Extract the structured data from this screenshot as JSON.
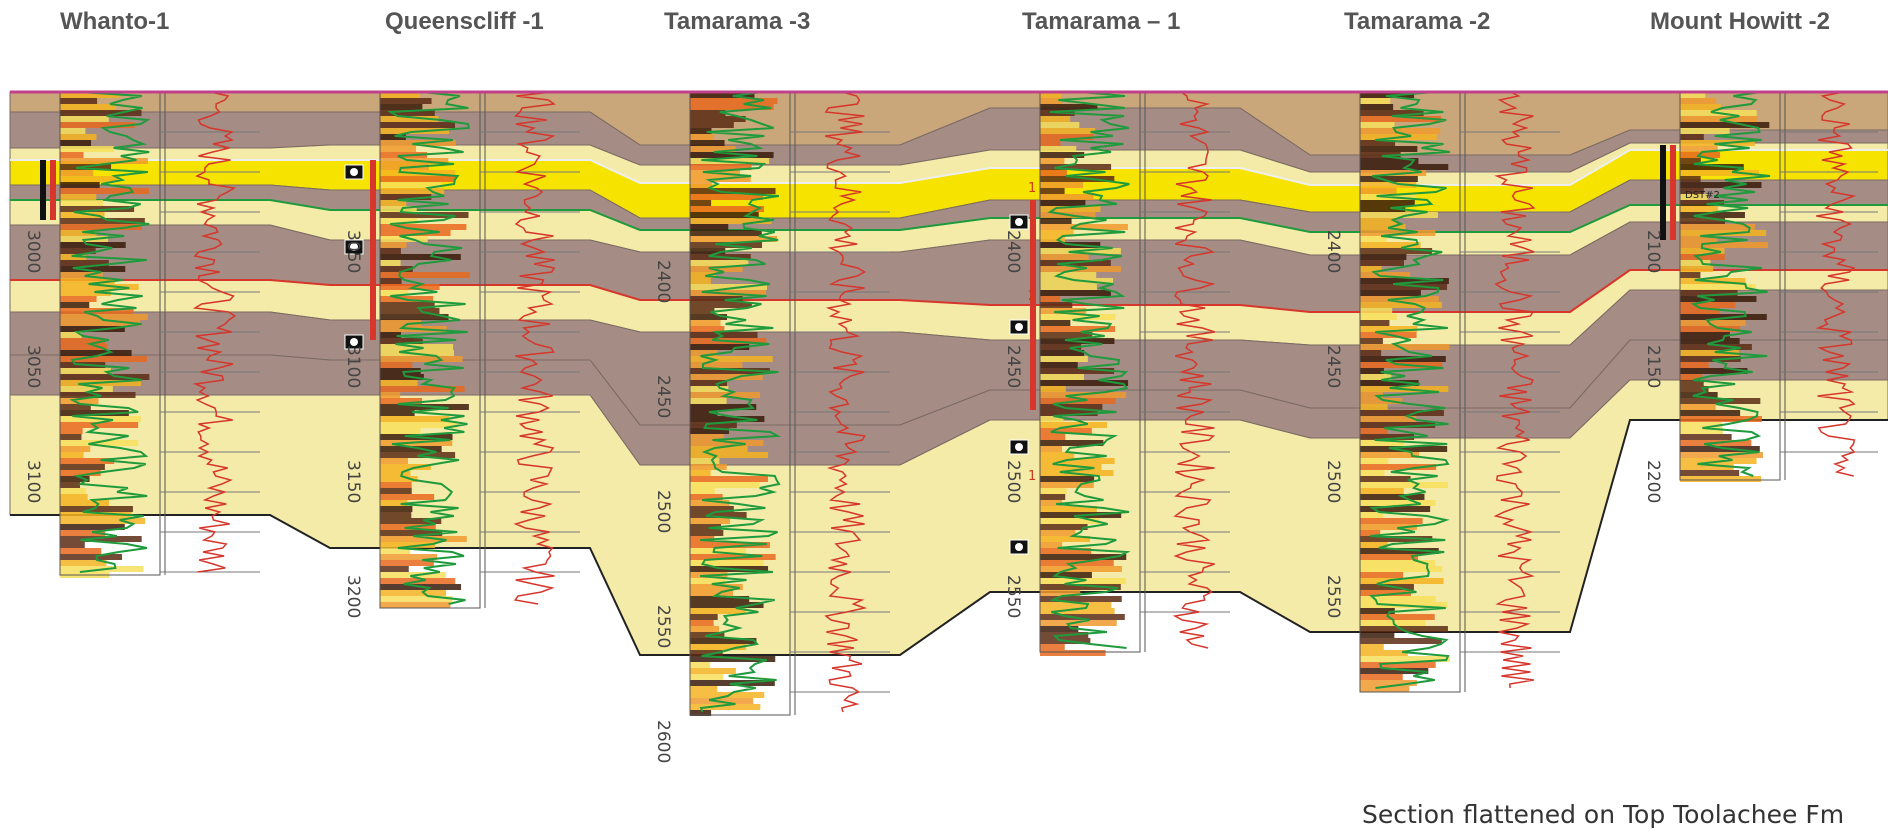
{
  "wells": [
    {
      "id": "whanto1",
      "name": "Whanto-1",
      "depths": [
        "3000",
        "3050",
        "3100"
      ]
    },
    {
      "id": "queenscliff1",
      "name": "Queenscliff -1",
      "depths": [
        "3050",
        "3100",
        "3150",
        "3200"
      ]
    },
    {
      "id": "tamarama3",
      "name": "Tamarama -3",
      "depths": [
        "2400",
        "2450",
        "2500",
        "2550",
        "2600"
      ]
    },
    {
      "id": "tamarama1",
      "name": "Tamarama – 1",
      "depths": [
        "2400",
        "2450",
        "2500",
        "2550"
      ]
    },
    {
      "id": "tamarama2",
      "name": "Tamarama -2",
      "depths": [
        "2400",
        "2450",
        "2500",
        "2550"
      ]
    },
    {
      "id": "mounthowitt2",
      "name": "Mount Howitt -2",
      "depths": [
        "2100",
        "2150",
        "2200"
      ]
    }
  ],
  "dst_label": "DST#2",
  "test_interval_numbers": [
    "1",
    "2",
    "1"
  ],
  "footnote": "Section flattened on Top Toolachee Fm",
  "colors": {
    "paleYellow": "#f4eba8",
    "brown": "#a58d85",
    "tan": "#c9a77a",
    "brightYellow": "#f6e400",
    "orange": "#f5b321",
    "gammaRay": "#1f9a3c",
    "resistivity": "#d6362b",
    "topLine": "#c0408a"
  }
}
